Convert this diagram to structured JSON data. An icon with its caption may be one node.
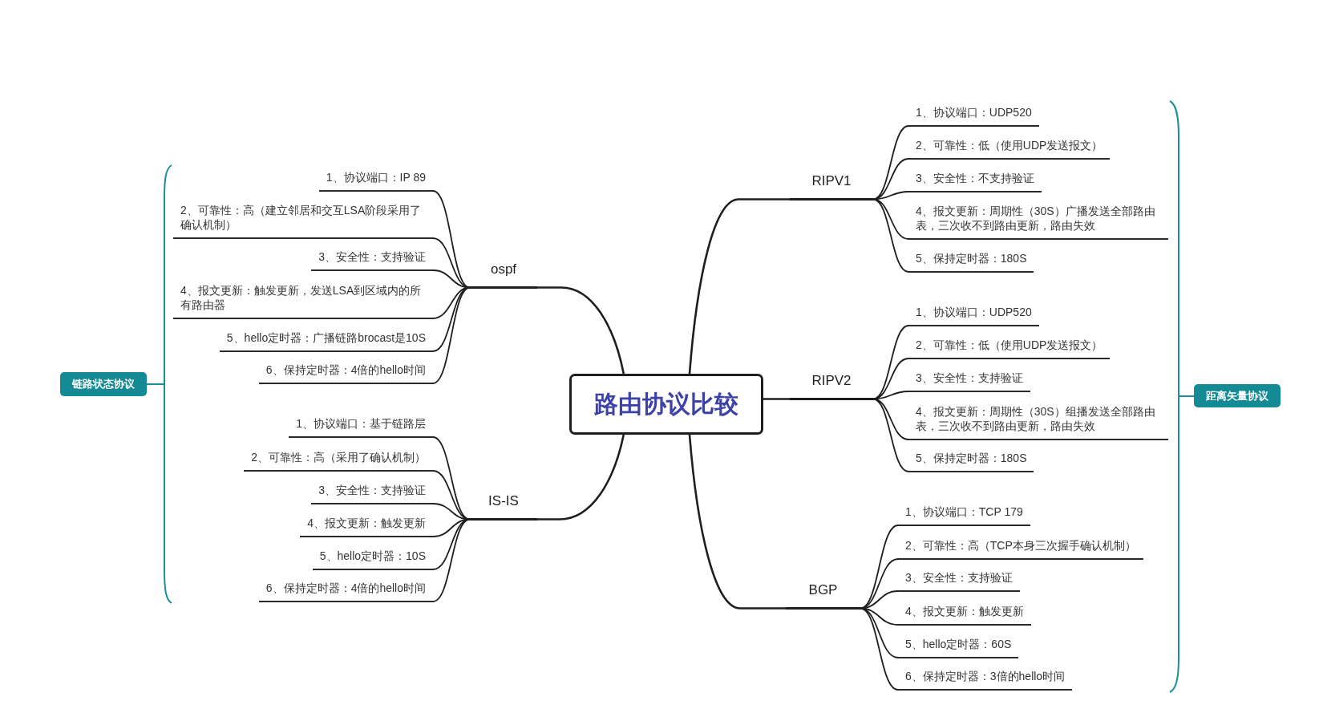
{
  "diagram": {
    "nodes": [
      {
        "text": [
          "路由协议比较"
        ]
      },
      {
        "text": [
          "ospf"
        ]
      },
      {
        "text": [
          "1、协议端口：IP 89"
        ]
      },
      {
        "text": [
          "2、可靠性：高（建立邻居和交互LSA阶段采用了确认机制）"
        ]
      },
      {
        "text": [
          "3、安全性：支持验证"
        ]
      },
      {
        "text": [
          "4、报文更新：触发更新，发送LSA到区域内的所有路由器"
        ]
      },
      {
        "text": [
          "5、hello定时器：广播链路brocast是10S"
        ]
      },
      {
        "text": [
          "6、保持定时器：4倍的hello时间"
        ]
      },
      {
        "text": [
          "IS-IS"
        ]
      },
      {
        "text": [
          "1、协议端口：基于链路层"
        ]
      },
      {
        "text": [
          "2、可靠性：高（采用了确认机制）"
        ]
      },
      {
        "text": [
          "3、安全性：支持验证"
        ]
      },
      {
        "text": [
          "4、报文更新：触发更新"
        ]
      },
      {
        "text": [
          "5、hello定时器：10S"
        ]
      },
      {
        "text": [
          "6、保持定时器：4倍的hello时间"
        ]
      },
      {
        "text": [
          "RIPV1"
        ]
      },
      {
        "text": [
          "1、协议端口：UDP520"
        ]
      },
      {
        "text": [
          "2、可靠性：低（使用UDP发送报文）"
        ]
      },
      {
        "text": [
          "3、安全性：不支持验证"
        ]
      },
      {
        "text": [
          "4、报文更新：周期性（30S）广播发送全部路由表，三次收不到路由更新，路由失效"
        ]
      },
      {
        "text": [
          "5、保持定时器：180S"
        ]
      },
      {
        "text": [
          "RIPV2"
        ]
      },
      {
        "text": [
          "1、协议端口：UDP520"
        ]
      },
      {
        "text": [
          "2、可靠性：低（使用UDP发送报文）"
        ]
      },
      {
        "text": [
          "3、安全性：支持验证"
        ]
      },
      {
        "text": [
          "4、报文更新：周期性（30S）组播发送全部路由表，三次收不到路由更新，路由失效"
        ]
      },
      {
        "text": [
          "5、保持定时器：180S"
        ]
      },
      {
        "text": [
          "BGP"
        ]
      },
      {
        "text": [
          "1、协议端口：TCP 179"
        ]
      },
      {
        "text": [
          "2、可靠性：高（TCP本身三次握手确认机制）"
        ]
      },
      {
        "text": [
          "3、安全性：支持验证"
        ]
      },
      {
        "text": [
          "4、报文更新：触发更新"
        ]
      },
      {
        "text": [
          "5、hello定时器：60S"
        ]
      },
      {
        "text": [
          "6、保持定时器：3倍的hello时间"
        ]
      },
      {
        "text": [
          "链路状态协议"
        ]
      },
      {
        "text": [
          "距离矢量协议"
        ]
      }
    ],
    "edges": [
      {
        "from": 0,
        "to": 1,
        "arrow": "none"
      },
      {
        "from": 1,
        "to": 2,
        "arrow": "none"
      },
      {
        "from": 1,
        "to": 3,
        "arrow": "none"
      },
      {
        "from": 1,
        "to": 4,
        "arrow": "none"
      },
      {
        "from": 1,
        "to": 5,
        "arrow": "none"
      },
      {
        "from": 1,
        "to": 6,
        "arrow": "none"
      },
      {
        "from": 1,
        "to": 7,
        "arrow": "none"
      },
      {
        "from": 0,
        "to": 8,
        "arrow": "none"
      },
      {
        "from": 8,
        "to": 9,
        "arrow": "none"
      },
      {
        "from": 8,
        "to": 10,
        "arrow": "none"
      },
      {
        "from": 8,
        "to": 11,
        "arrow": "none"
      },
      {
        "from": 8,
        "to": 12,
        "arrow": "none"
      },
      {
        "from": 8,
        "to": 13,
        "arrow": "none"
      },
      {
        "from": 8,
        "to": 14,
        "arrow": "none"
      },
      {
        "from": 0,
        "to": 15,
        "arrow": "none"
      },
      {
        "from": 15,
        "to": 16,
        "arrow": "none"
      },
      {
        "from": 15,
        "to": 17,
        "arrow": "none"
      },
      {
        "from": 15,
        "to": 18,
        "arrow": "none"
      },
      {
        "from": 15,
        "to": 19,
        "arrow": "none"
      },
      {
        "from": 15,
        "to": 20,
        "arrow": "none"
      },
      {
        "from": 0,
        "to": 21,
        "arrow": "none"
      },
      {
        "from": 21,
        "to": 22,
        "arrow": "none"
      },
      {
        "from": 21,
        "to": 23,
        "arrow": "none"
      },
      {
        "from": 21,
        "to": 24,
        "arrow": "none"
      },
      {
        "from": 21,
        "to": 25,
        "arrow": "none"
      },
      {
        "from": 21,
        "to": 26,
        "arrow": "none"
      },
      {
        "from": 0,
        "to": 27,
        "arrow": "none"
      },
      {
        "from": 27,
        "to": 28,
        "arrow": "none"
      },
      {
        "from": 27,
        "to": 29,
        "arrow": "none"
      },
      {
        "from": 27,
        "to": 30,
        "arrow": "none"
      },
      {
        "from": 27,
        "to": 31,
        "arrow": "none"
      },
      {
        "from": 27,
        "to": 32,
        "arrow": "none"
      },
      {
        "from": 27,
        "to": 33,
        "arrow": "none"
      }
    ]
  }
}
